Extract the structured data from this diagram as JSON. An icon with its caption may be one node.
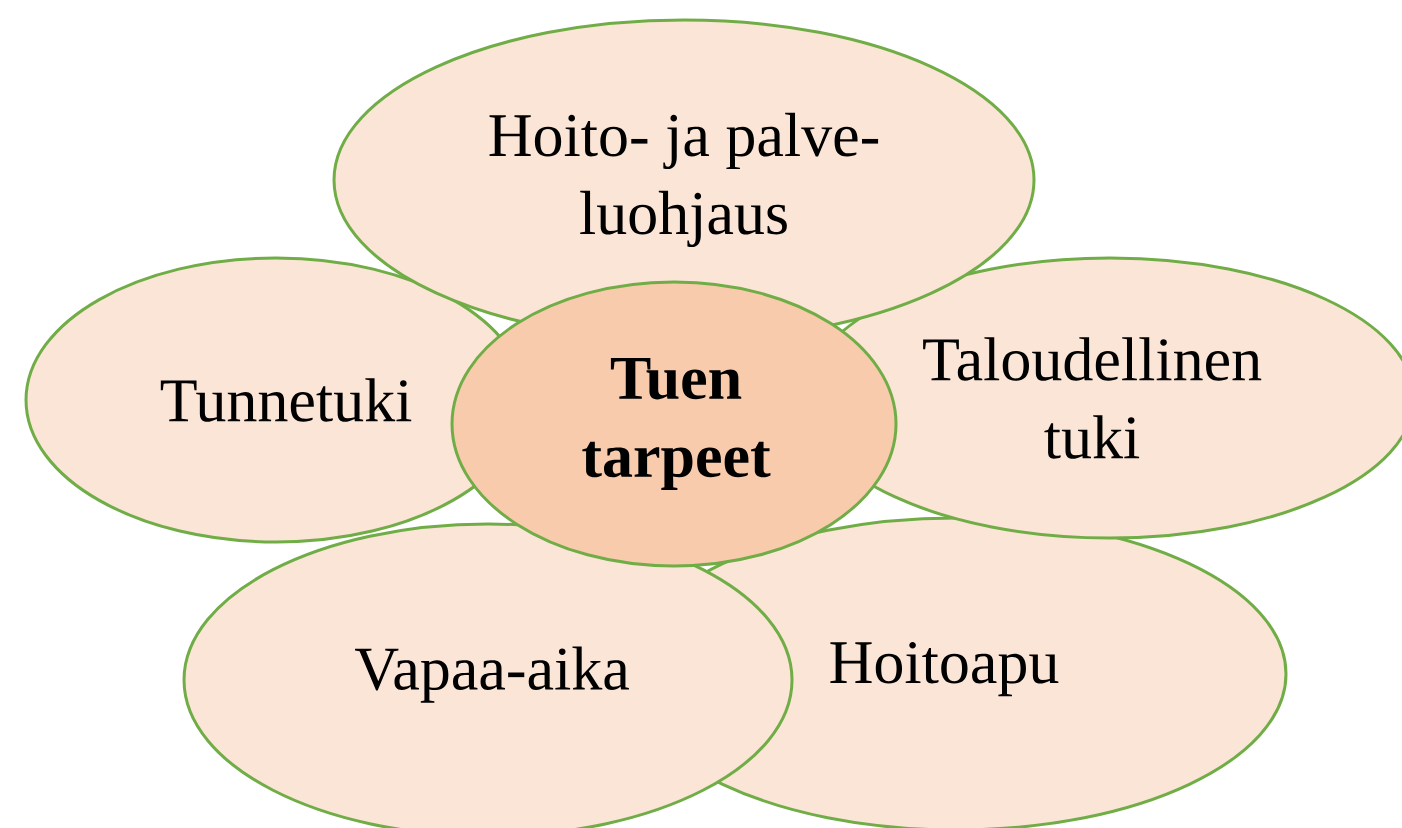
{
  "diagram": {
    "nodes": [
      {
        "text": [
          "Hoito- ja palve- luohjaus"
        ]
      },
      {
        "text": [
          "Tunnetuki"
        ]
      },
      {
        "text": [
          "Taloudellinen tuki"
        ]
      },
      {
        "text": [
          "Tuen tarpeet"
        ]
      },
      {
        "text": [
          "Vapaa-aika"
        ]
      },
      {
        "text": [
          "Hoitoapu"
        ]
      }
    ]
  }
}
